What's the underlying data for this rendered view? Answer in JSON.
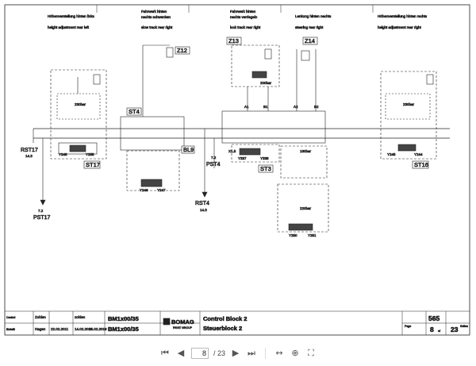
{
  "diagram": {
    "headers": [
      {
        "line1": "Höhenverstellung hinten links",
        "line2": "height adjustment rear left"
      },
      {
        "line1": "Fahrwerk hinten",
        "line1b": "nechts schwenken",
        "line2": "slow track rear right"
      },
      {
        "line1": "Fahrwerk hinten",
        "line1b": "nechts verriegeln",
        "line2": "lock track rear right"
      },
      {
        "line1": "Lenkung hinten nechts",
        "line2": "steering rear right"
      },
      {
        "line1": "Höhenverstellung hinten rechts",
        "line2": "height adjustment rear right"
      }
    ],
    "boxes": {
      "z12": "Z12",
      "z13": "Z13",
      "z14": "Z14",
      "st4": "ST4",
      "st17": "ST17",
      "bl9": "BL9",
      "st3": "ST3",
      "st16": "ST16"
    },
    "references": {
      "rst17": "RST17",
      "rst17_num": "14.3",
      "pst17_num": "7.2",
      "pst17": "PST17",
      "pst4_num": "7.2",
      "pst4": "PST4",
      "rst4": "RST4",
      "rst4_num": "14.3"
    },
    "small_labels": {
      "pressure_a": "230bar",
      "pressure_b": "200bar",
      "pressure_c": "180bar",
      "pressure_d": "230bar",
      "pressure_e": "220bar",
      "y_left_a": "Y248",
      "y_left_b": "Y255",
      "y_mid_a": "Y246",
      "y_mid_b": "Y247",
      "y_st3_a": "Y337",
      "y_st3_b": "Y338",
      "y_st3_lbl": "X1.5",
      "y_low_a": "Y250",
      "y_low_b": "Y251",
      "y_right_a": "Y245",
      "y_right_b": "Y244",
      "port_a1": "A1",
      "port_b1": "B1",
      "port_a2": "A2",
      "port_b2": "B2"
    }
  },
  "title_block": {
    "row_labels": [
      "Control",
      "Erstellt"
    ],
    "names": [
      "Zohlen",
      "Hagen"
    ],
    "dates": [
      "22.02.2011",
      "14.02.2019"
    ],
    "approved": "zohlen",
    "approved_date": "04.02.2019",
    "model": "BM1x00/35",
    "model2": "BM1x00/35",
    "company": "BOMAG",
    "company_sub": "FAYAT GROUP",
    "title_en": "Control Block 2",
    "title_de": "Steuerblock 2",
    "drawing_no": "565",
    "page": "8",
    "of_label": "of",
    "total": "23",
    "page_label": "Page",
    "seiten_label": "Seiten"
  },
  "viewer": {
    "current_page": "8",
    "separator": "/ 23"
  }
}
